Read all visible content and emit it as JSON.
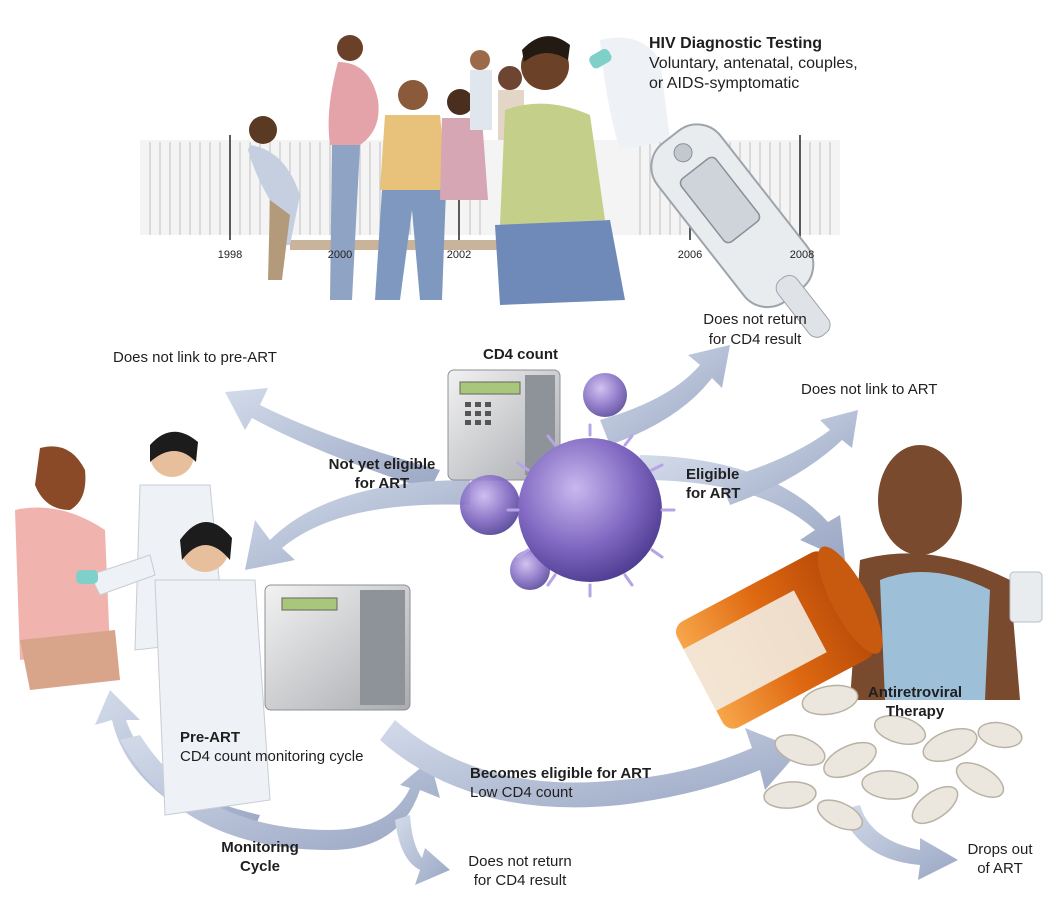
{
  "diagnostic": {
    "title": "HIV Diagnostic Testing",
    "line1": "Voluntary, antenatal, couples,",
    "line2": "or AIDS-symptomatic"
  },
  "timeline": {
    "years": [
      "1998",
      "2000",
      "2002",
      "2006",
      "2008"
    ]
  },
  "cd4": {
    "title": "CD4 count"
  },
  "outcomes": {
    "no_return_top": [
      "Does not return",
      "for CD4 result"
    ],
    "no_link_pre_art": "Does not link to pre-ART",
    "no_link_art": "Does not link to ART",
    "not_yet_eligible": [
      "Not yet eligible",
      "for ART"
    ],
    "eligible": [
      "Eligible",
      "for ART"
    ],
    "no_return_bottom": [
      "Does not return",
      "for CD4 result"
    ],
    "drops_out": [
      "Drops out",
      "of ART"
    ]
  },
  "pre_art": {
    "title": "Pre-ART",
    "subtitle": "CD4 count monitoring cycle"
  },
  "becomes_eligible": {
    "title": "Becomes eligible for ART",
    "subtitle": "Low CD4 count"
  },
  "monitoring": {
    "line1": "Monitoring",
    "line2": "Cycle"
  },
  "art": {
    "line1": "Antiretroviral",
    "line2": "Therapy"
  },
  "colors": {
    "arrow": "#b8c3d8",
    "arrow_dark": "#8e9bb8",
    "virus": "#7b67b8",
    "bottle": "#e8761e",
    "pill": "#e9e6e0"
  }
}
